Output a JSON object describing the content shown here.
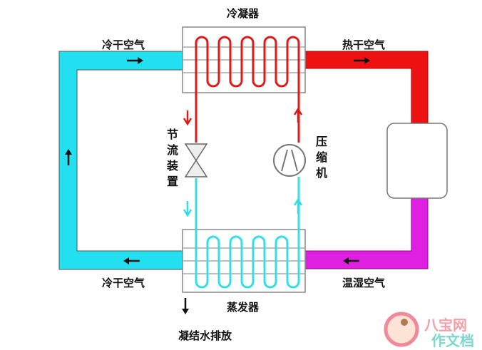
{
  "labels": {
    "condenser": "冷凝器",
    "evaporator": "蒸发器",
    "cold_dry_air_top": "冷干空气",
    "hot_dry_air": "热干空气",
    "cold_dry_air_bottom": "冷干空气",
    "warm_humid_air": "温湿空气",
    "throttle": "节流装置",
    "compressor": "压缩机",
    "condensate_drain": "凝结水排放"
  },
  "watermark": {
    "line1": "八宝网",
    "line2": "作文档"
  },
  "colors": {
    "cold_duct": "#22e0f0",
    "hot_duct": "#ee1111",
    "humid_duct": "#e020e0",
    "refrigerant_hot": "#dd1a1a",
    "refrigerant_cold": "#33dde8"
  }
}
